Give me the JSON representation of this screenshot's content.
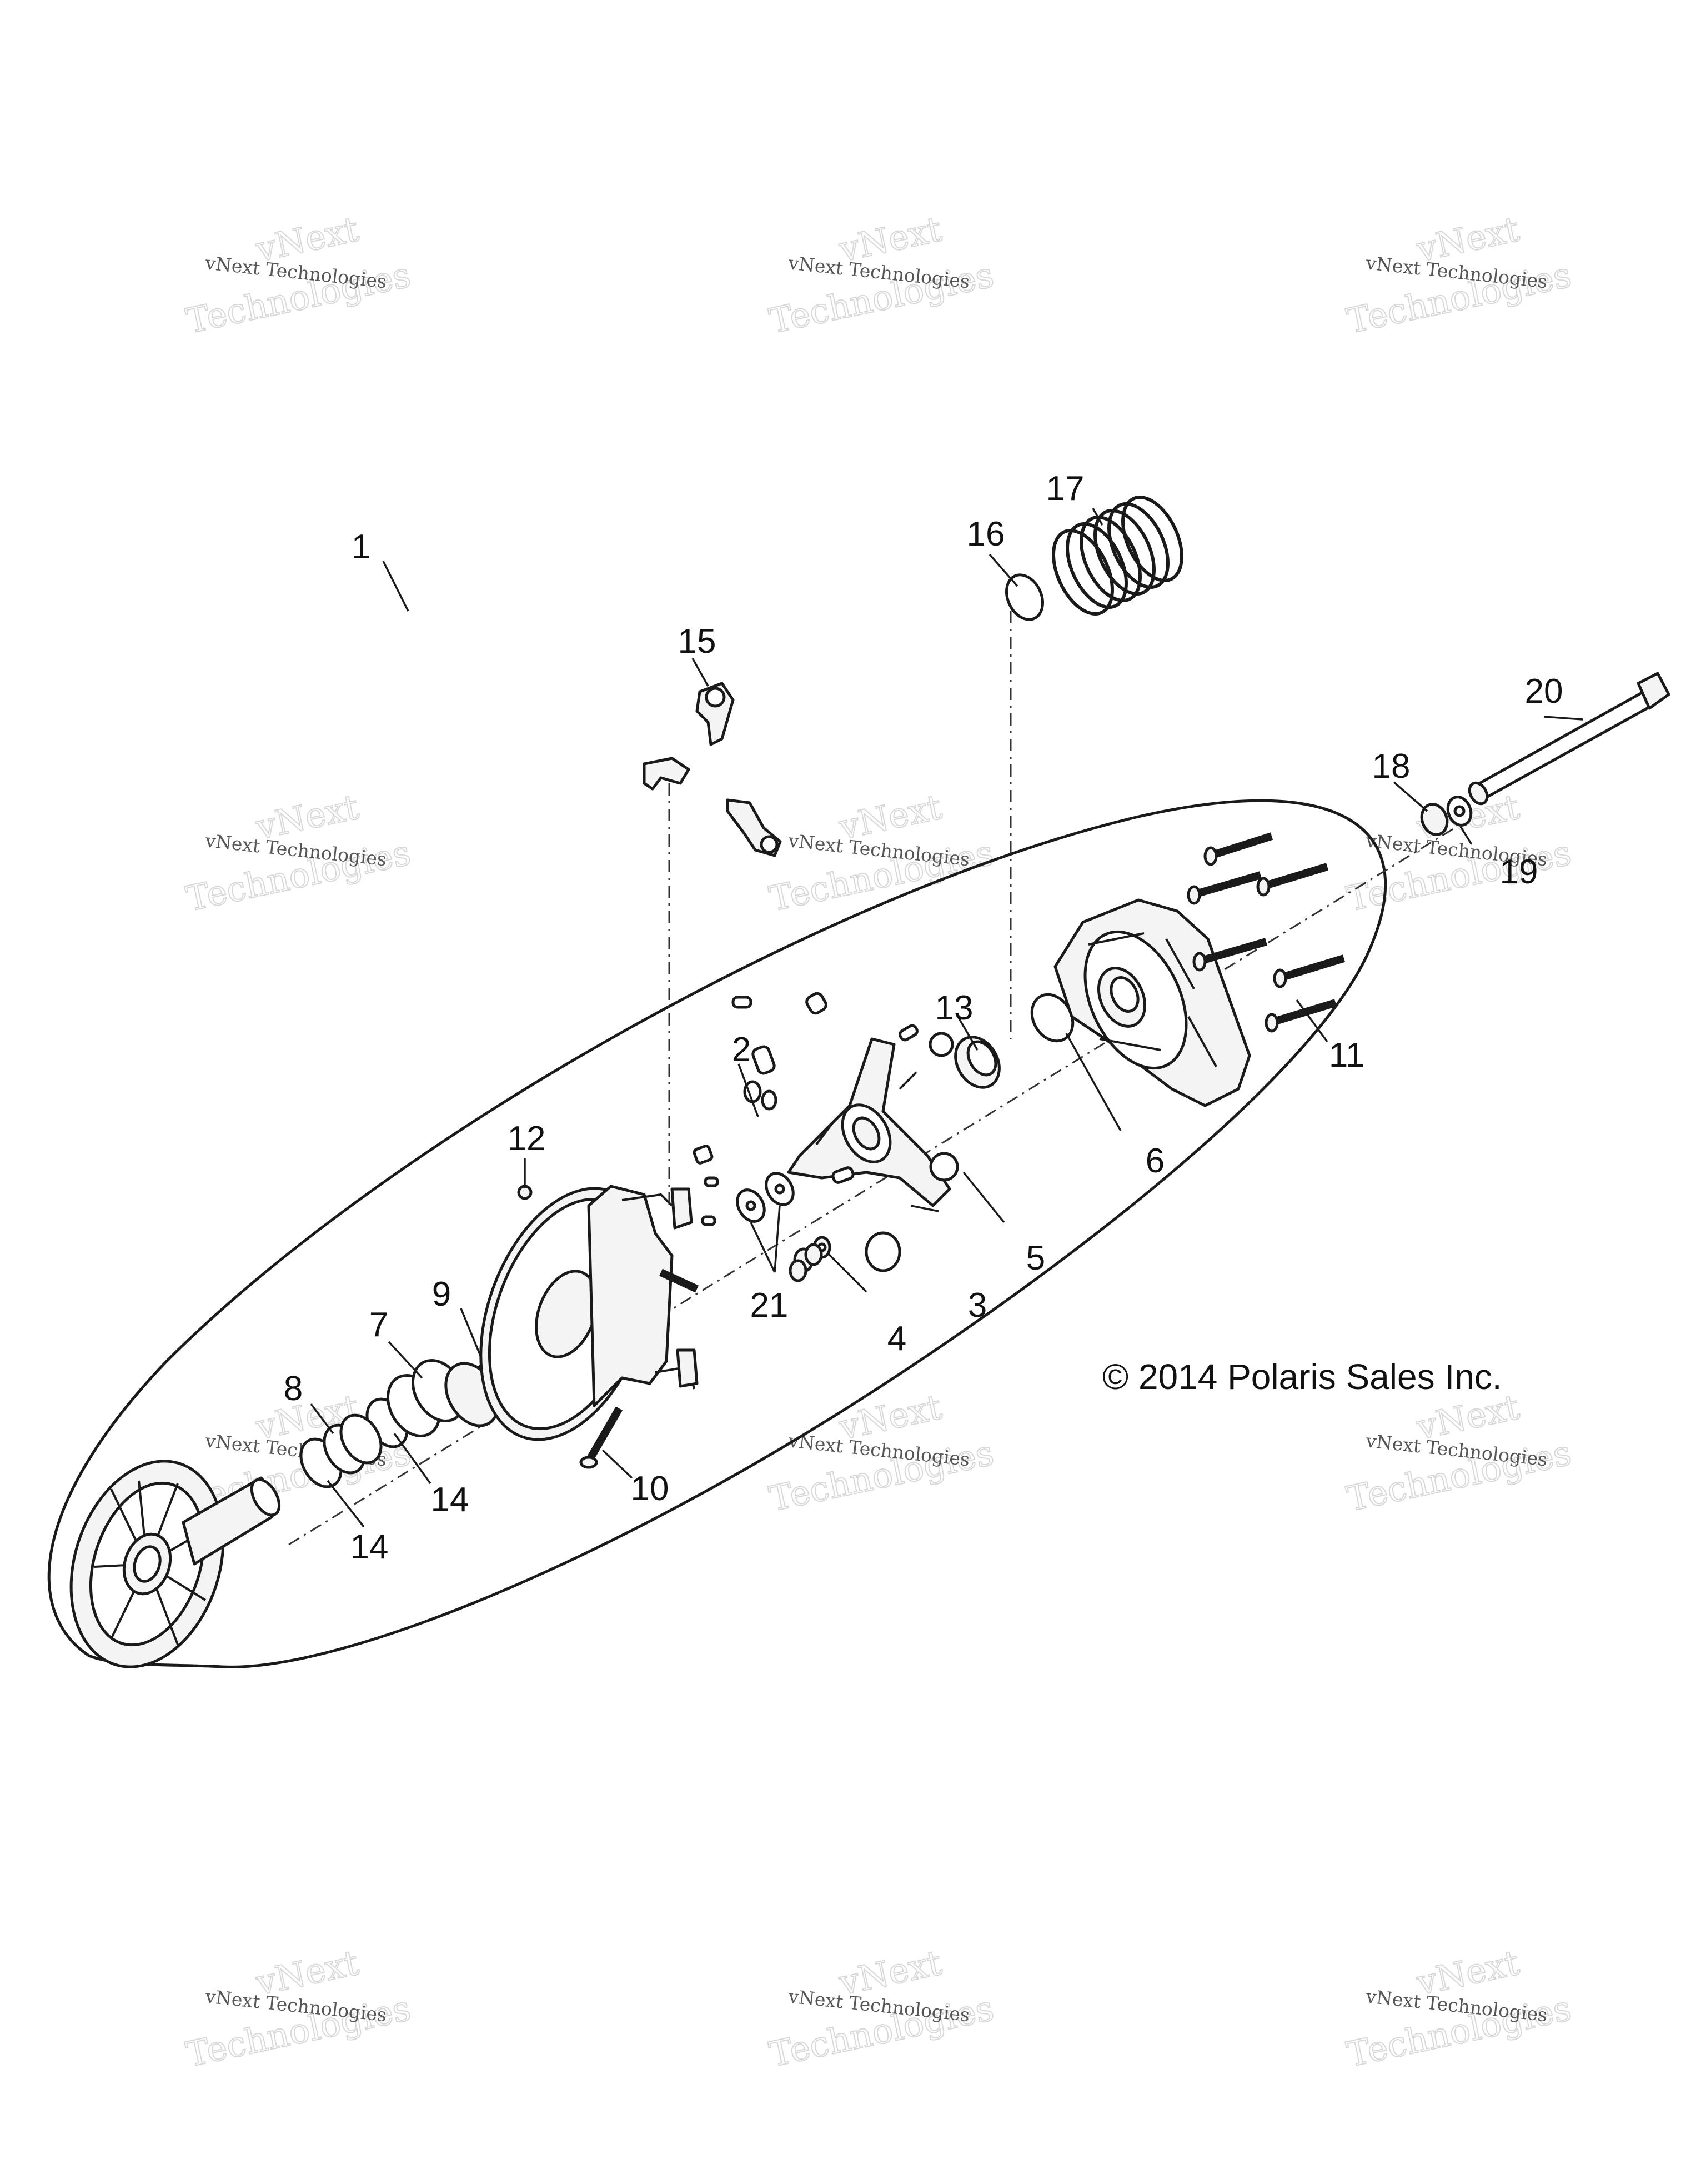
{
  "diagram": {
    "copyright": "© 2014 Polaris Sales Inc.",
    "part_labels": [
      "1",
      "2",
      "3",
      "4",
      "5",
      "6",
      "7",
      "8",
      "9",
      "10",
      "11",
      "12",
      "13",
      "14",
      "14",
      "15",
      "16",
      "17",
      "18",
      "19",
      "20",
      "21"
    ],
    "watermark": {
      "line1": "vNext Technologies",
      "line2_top": "vNext",
      "line2_bottom": "Technologies"
    }
  }
}
